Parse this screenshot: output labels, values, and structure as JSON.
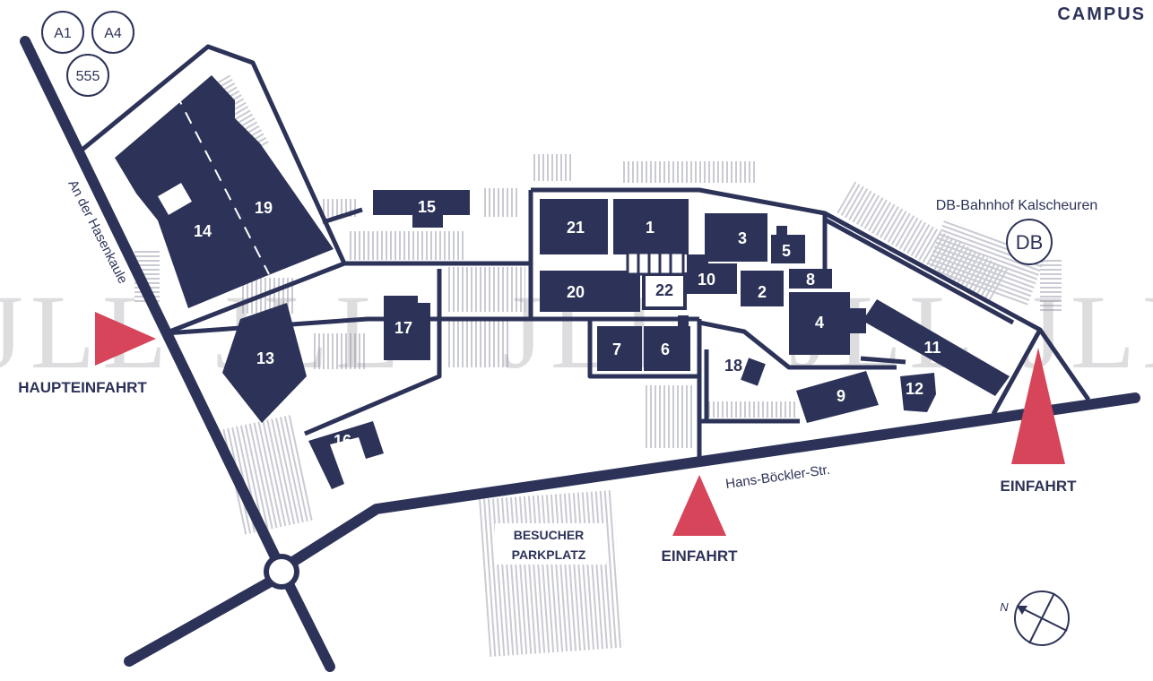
{
  "colors": {
    "navy": "#2d3358",
    "accent": "#d6455a",
    "hatch": "#c9cad3",
    "background": "#ffffff"
  },
  "title": "CAMPUS",
  "route_badges": [
    "A1",
    "A4",
    "555"
  ],
  "station": {
    "label": "DB-Bahnhof Kalscheuren",
    "badge": "DB"
  },
  "streets": {
    "west": "An der Hasenkaule",
    "south": "Hans-Böckler-Str."
  },
  "entrances": {
    "main": "HAUPTEINFAHRT",
    "south": "EINFAHRT",
    "east": "EINFAHRT"
  },
  "visitor_parking": {
    "line1": "BESUCHER",
    "line2": "PARKPLATZ"
  },
  "buildings": [
    "1",
    "2",
    "3",
    "4",
    "5",
    "6",
    "7",
    "8",
    "9",
    "10",
    "11",
    "12",
    "13",
    "14",
    "15",
    "16",
    "17",
    "18",
    "19",
    "20",
    "21",
    "22"
  ],
  "compass": {
    "north": "N",
    "icon": "compass-icon"
  },
  "watermark": "JLL",
  "icons": {
    "entrance": "triangle-marker-icon",
    "roundabout": "roundabout-icon"
  }
}
